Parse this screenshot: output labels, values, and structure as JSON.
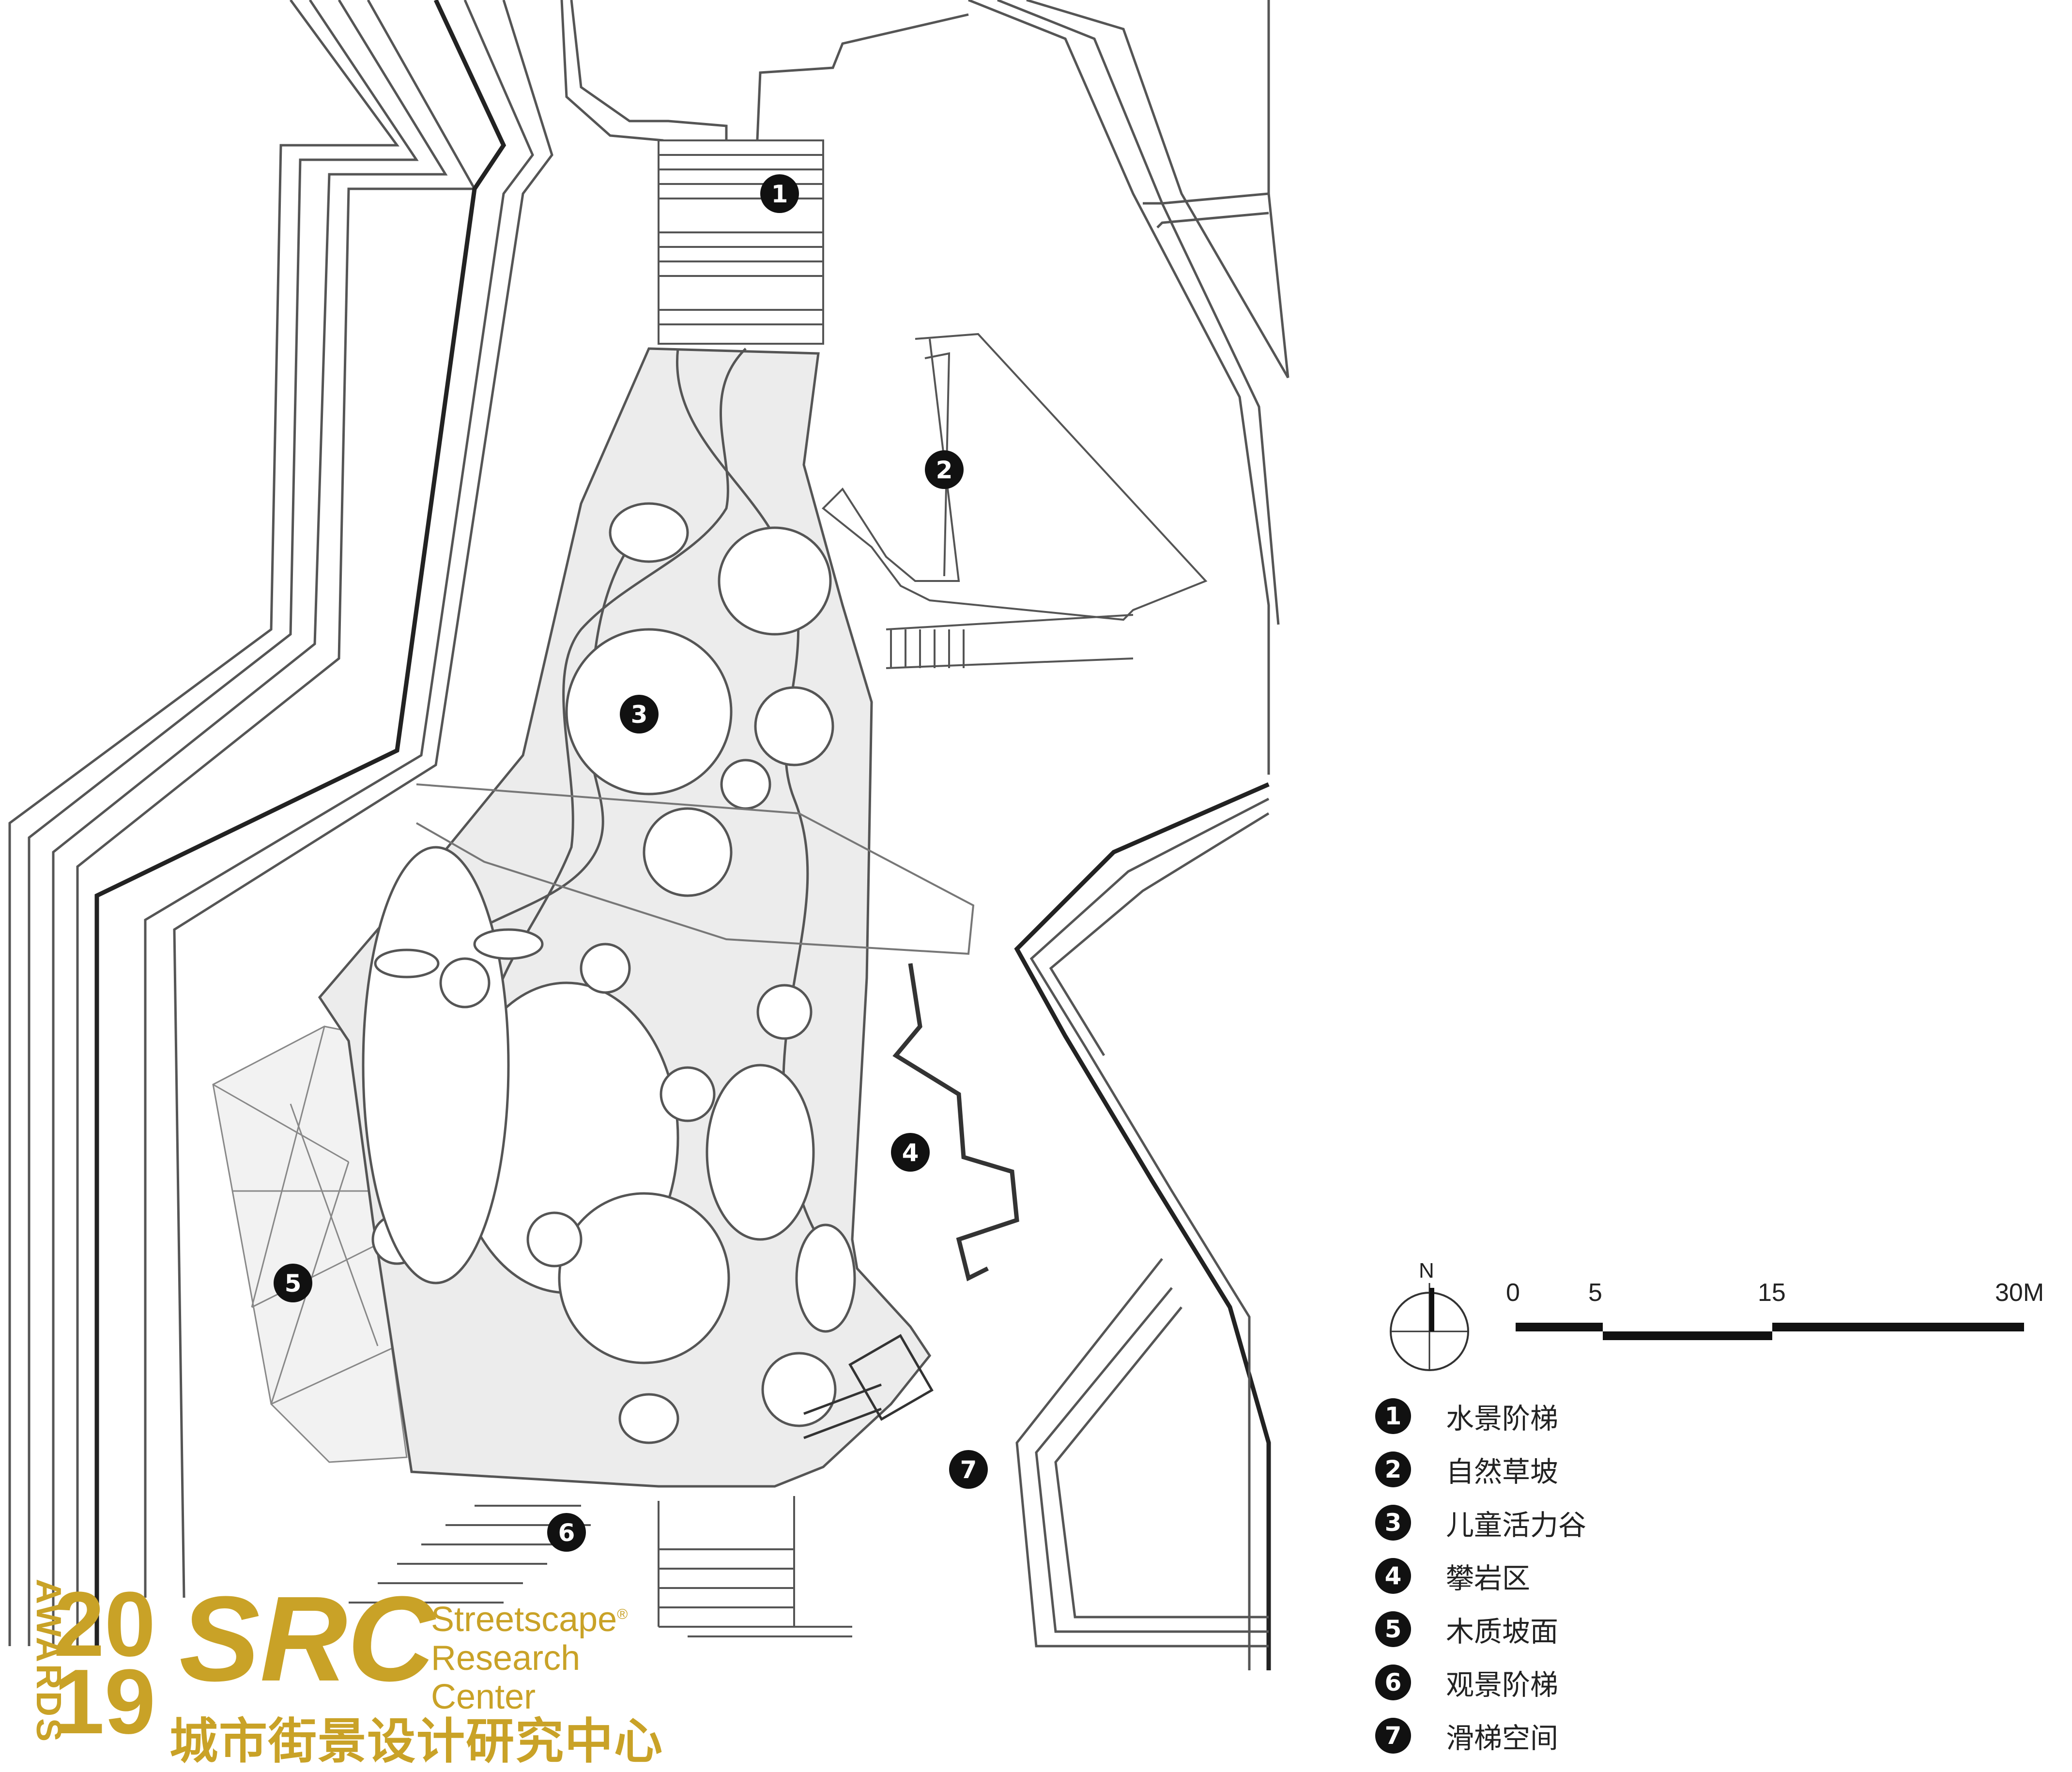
{
  "markers": [
    {
      "id": "1",
      "label": "1"
    },
    {
      "id": "2",
      "label": "2"
    },
    {
      "id": "3",
      "label": "3"
    },
    {
      "id": "4",
      "label": "4"
    },
    {
      "id": "5",
      "label": "5"
    },
    {
      "id": "6",
      "label": "6"
    },
    {
      "id": "7",
      "label": "7"
    }
  ],
  "legend": [
    {
      "num": "1",
      "text": "水景阶梯"
    },
    {
      "num": "2",
      "text": "自然草坡"
    },
    {
      "num": "3",
      "text": "儿童活力谷"
    },
    {
      "num": "4",
      "text": "攀岩区"
    },
    {
      "num": "5",
      "text": "木质坡面"
    },
    {
      "num": "6",
      "text": "观景阶梯"
    },
    {
      "num": "7",
      "text": "滑梯空间"
    }
  ],
  "scale": {
    "ticks": [
      "0",
      "5",
      "15",
      "30M"
    ]
  },
  "north": {
    "letter": "N"
  },
  "logo": {
    "year_top": "20",
    "year_bottom": "19",
    "awards": "AWARDS",
    "src": "SRC",
    "name_line1": "Streetscape",
    "name_line2": "Research",
    "name_line3": "Center",
    "registered": "®",
    "chinese": "城市街景设计研究中心"
  },
  "colors": {
    "line": "#555555",
    "plaza_fill": "#e9e9e9",
    "marker_fill": "#111111",
    "logo_gold": "#c9a227"
  }
}
